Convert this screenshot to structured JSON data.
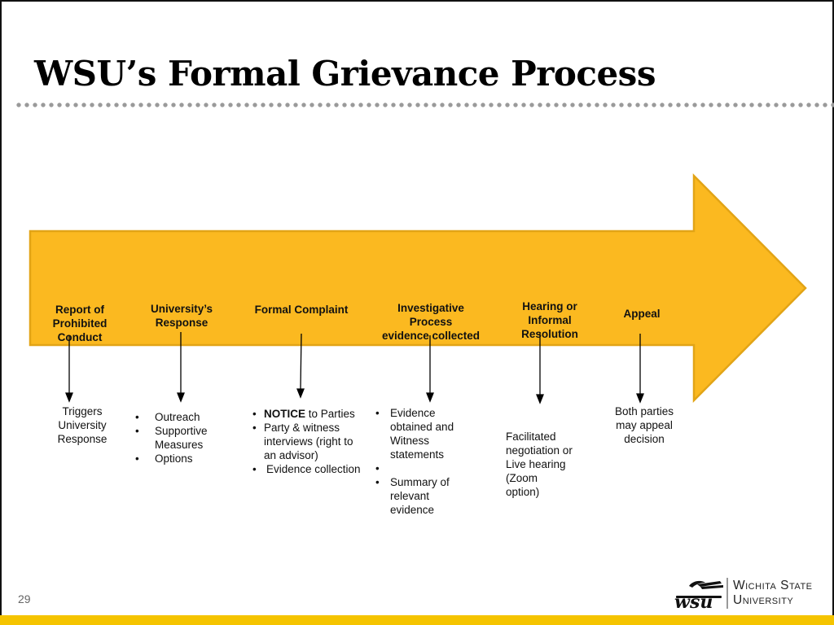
{
  "slide": {
    "title": "WSU’s Formal Grievance Process",
    "page_number": "29",
    "colors": {
      "arrow_fill": "#fbb920",
      "arrow_stroke": "#e2a416",
      "footer_bar": "#f5c400",
      "dots": "#9a9a9a"
    }
  },
  "logo": {
    "mark_text": "wsu",
    "name_line1": "Wichita State",
    "name_line2": "University"
  },
  "stages": [
    {
      "label": "Report of Prohibited Conduct",
      "label_lines": [
        "Report of",
        "Prohibited",
        "Conduct"
      ],
      "detail_lines": [
        "Triggers",
        "University",
        "Response"
      ]
    },
    {
      "label": "University’s Response",
      "label_lines": [
        "University’s",
        "Response"
      ],
      "bullets": [
        "Outreach",
        "Supportive Measures",
        "Options"
      ]
    },
    {
      "label": "Formal Complaint",
      "label_lines": [
        "Formal Complaint"
      ],
      "bullets": [
        "NOTICE to Parties",
        "Party & witness interviews (right to an advisor)",
        "Evidence collection"
      ],
      "notice_bold": "NOTICE",
      "notice_rest": " to Parties"
    },
    {
      "label": "Investigative Process evidence collected",
      "label_lines": [
        "Investigative",
        "Process",
        "evidence collected"
      ],
      "bullets": [
        "Evidence obtained and Witness statements",
        "Summary of relevant evidence"
      ]
    },
    {
      "label": "Hearing or Informal Resolution",
      "label_lines": [
        "Hearing or",
        "Informal",
        "Resolution"
      ],
      "detail_lines": [
        "Facilitated",
        "negotiation or",
        "Live hearing",
        "(Zoom",
        "option)"
      ]
    },
    {
      "label": "Appeal",
      "label_lines": [
        "Appeal"
      ],
      "detail_lines": [
        "Both parties",
        "may appeal",
        "decision"
      ]
    }
  ]
}
